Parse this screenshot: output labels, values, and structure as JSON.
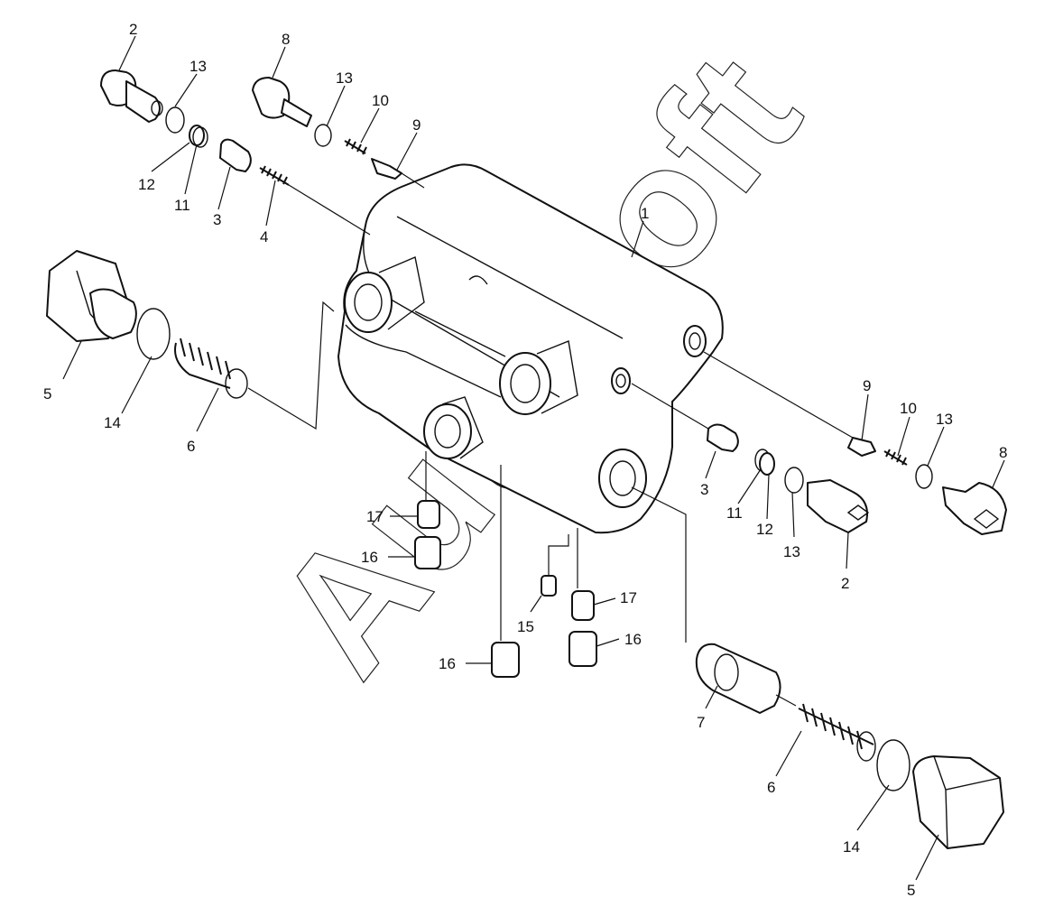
{
  "watermark": "AutoSoft",
  "callouts": [
    {
      "id": "c-2a",
      "label": "2"
    },
    {
      "id": "c-13a",
      "label": "13"
    },
    {
      "id": "c-12a",
      "label": "12"
    },
    {
      "id": "c-11a",
      "label": "11"
    },
    {
      "id": "c-3a",
      "label": "3"
    },
    {
      "id": "c-4",
      "label": "4"
    },
    {
      "id": "c-8a",
      "label": "8"
    },
    {
      "id": "c-13b",
      "label": "13"
    },
    {
      "id": "c-10a",
      "label": "10"
    },
    {
      "id": "c-9a",
      "label": "9"
    },
    {
      "id": "c-1",
      "label": "1"
    },
    {
      "id": "c-5a",
      "label": "5"
    },
    {
      "id": "c-14a",
      "label": "14"
    },
    {
      "id": "c-6a",
      "label": "6"
    },
    {
      "id": "c-9b",
      "label": "9"
    },
    {
      "id": "c-10b",
      "label": "10"
    },
    {
      "id": "c-13c",
      "label": "13"
    },
    {
      "id": "c-8b",
      "label": "8"
    },
    {
      "id": "c-3b",
      "label": "3"
    },
    {
      "id": "c-11b",
      "label": "11"
    },
    {
      "id": "c-12b",
      "label": "12"
    },
    {
      "id": "c-13d",
      "label": "13"
    },
    {
      "id": "c-2b",
      "label": "2"
    },
    {
      "id": "c-17a",
      "label": "17"
    },
    {
      "id": "c-16a",
      "label": "16"
    },
    {
      "id": "c-15",
      "label": "15"
    },
    {
      "id": "c-17b",
      "label": "17"
    },
    {
      "id": "c-16b",
      "label": "16"
    },
    {
      "id": "c-16c",
      "label": "16"
    },
    {
      "id": "c-7",
      "label": "7"
    },
    {
      "id": "c-6b",
      "label": "6"
    },
    {
      "id": "c-14b",
      "label": "14"
    },
    {
      "id": "c-5b",
      "label": "5"
    }
  ]
}
